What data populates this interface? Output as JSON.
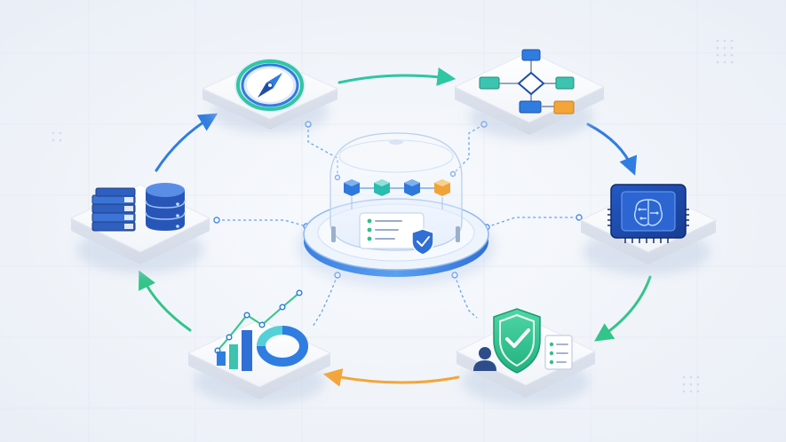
{
  "title": "",
  "colors": {
    "teal": "#2fc6a4",
    "green": "#33c48a",
    "blue": "#2f7de1",
    "dark_blue": "#1f4fa8",
    "orange": "#f3a53a",
    "accent_cyan": "#54d0d8",
    "line_blue": "#6aa3e6"
  },
  "nodes": [
    {
      "id": "strategy",
      "icon": "compass-icon"
    },
    {
      "id": "workflow",
      "icon": "flowchart-icon"
    },
    {
      "id": "processing",
      "icon": "ai-chip-icon"
    },
    {
      "id": "compliance",
      "icon": "shield-check-icon"
    },
    {
      "id": "analytics",
      "icon": "bar-chart-icon"
    },
    {
      "id": "data",
      "icon": "database-icon"
    }
  ],
  "hub": {
    "icon": "governance-hub-icon",
    "pipeline_steps": 4,
    "checklist_items": 3
  },
  "cycle_arrows": [
    {
      "from": "strategy",
      "to": "workflow",
      "color": "teal"
    },
    {
      "from": "workflow",
      "to": "processing",
      "color": "blue"
    },
    {
      "from": "processing",
      "to": "compliance",
      "color": "green"
    },
    {
      "from": "compliance",
      "to": "analytics",
      "color": "orange"
    },
    {
      "from": "analytics",
      "to": "data",
      "color": "green"
    },
    {
      "from": "data",
      "to": "strategy",
      "color": "blue"
    }
  ]
}
